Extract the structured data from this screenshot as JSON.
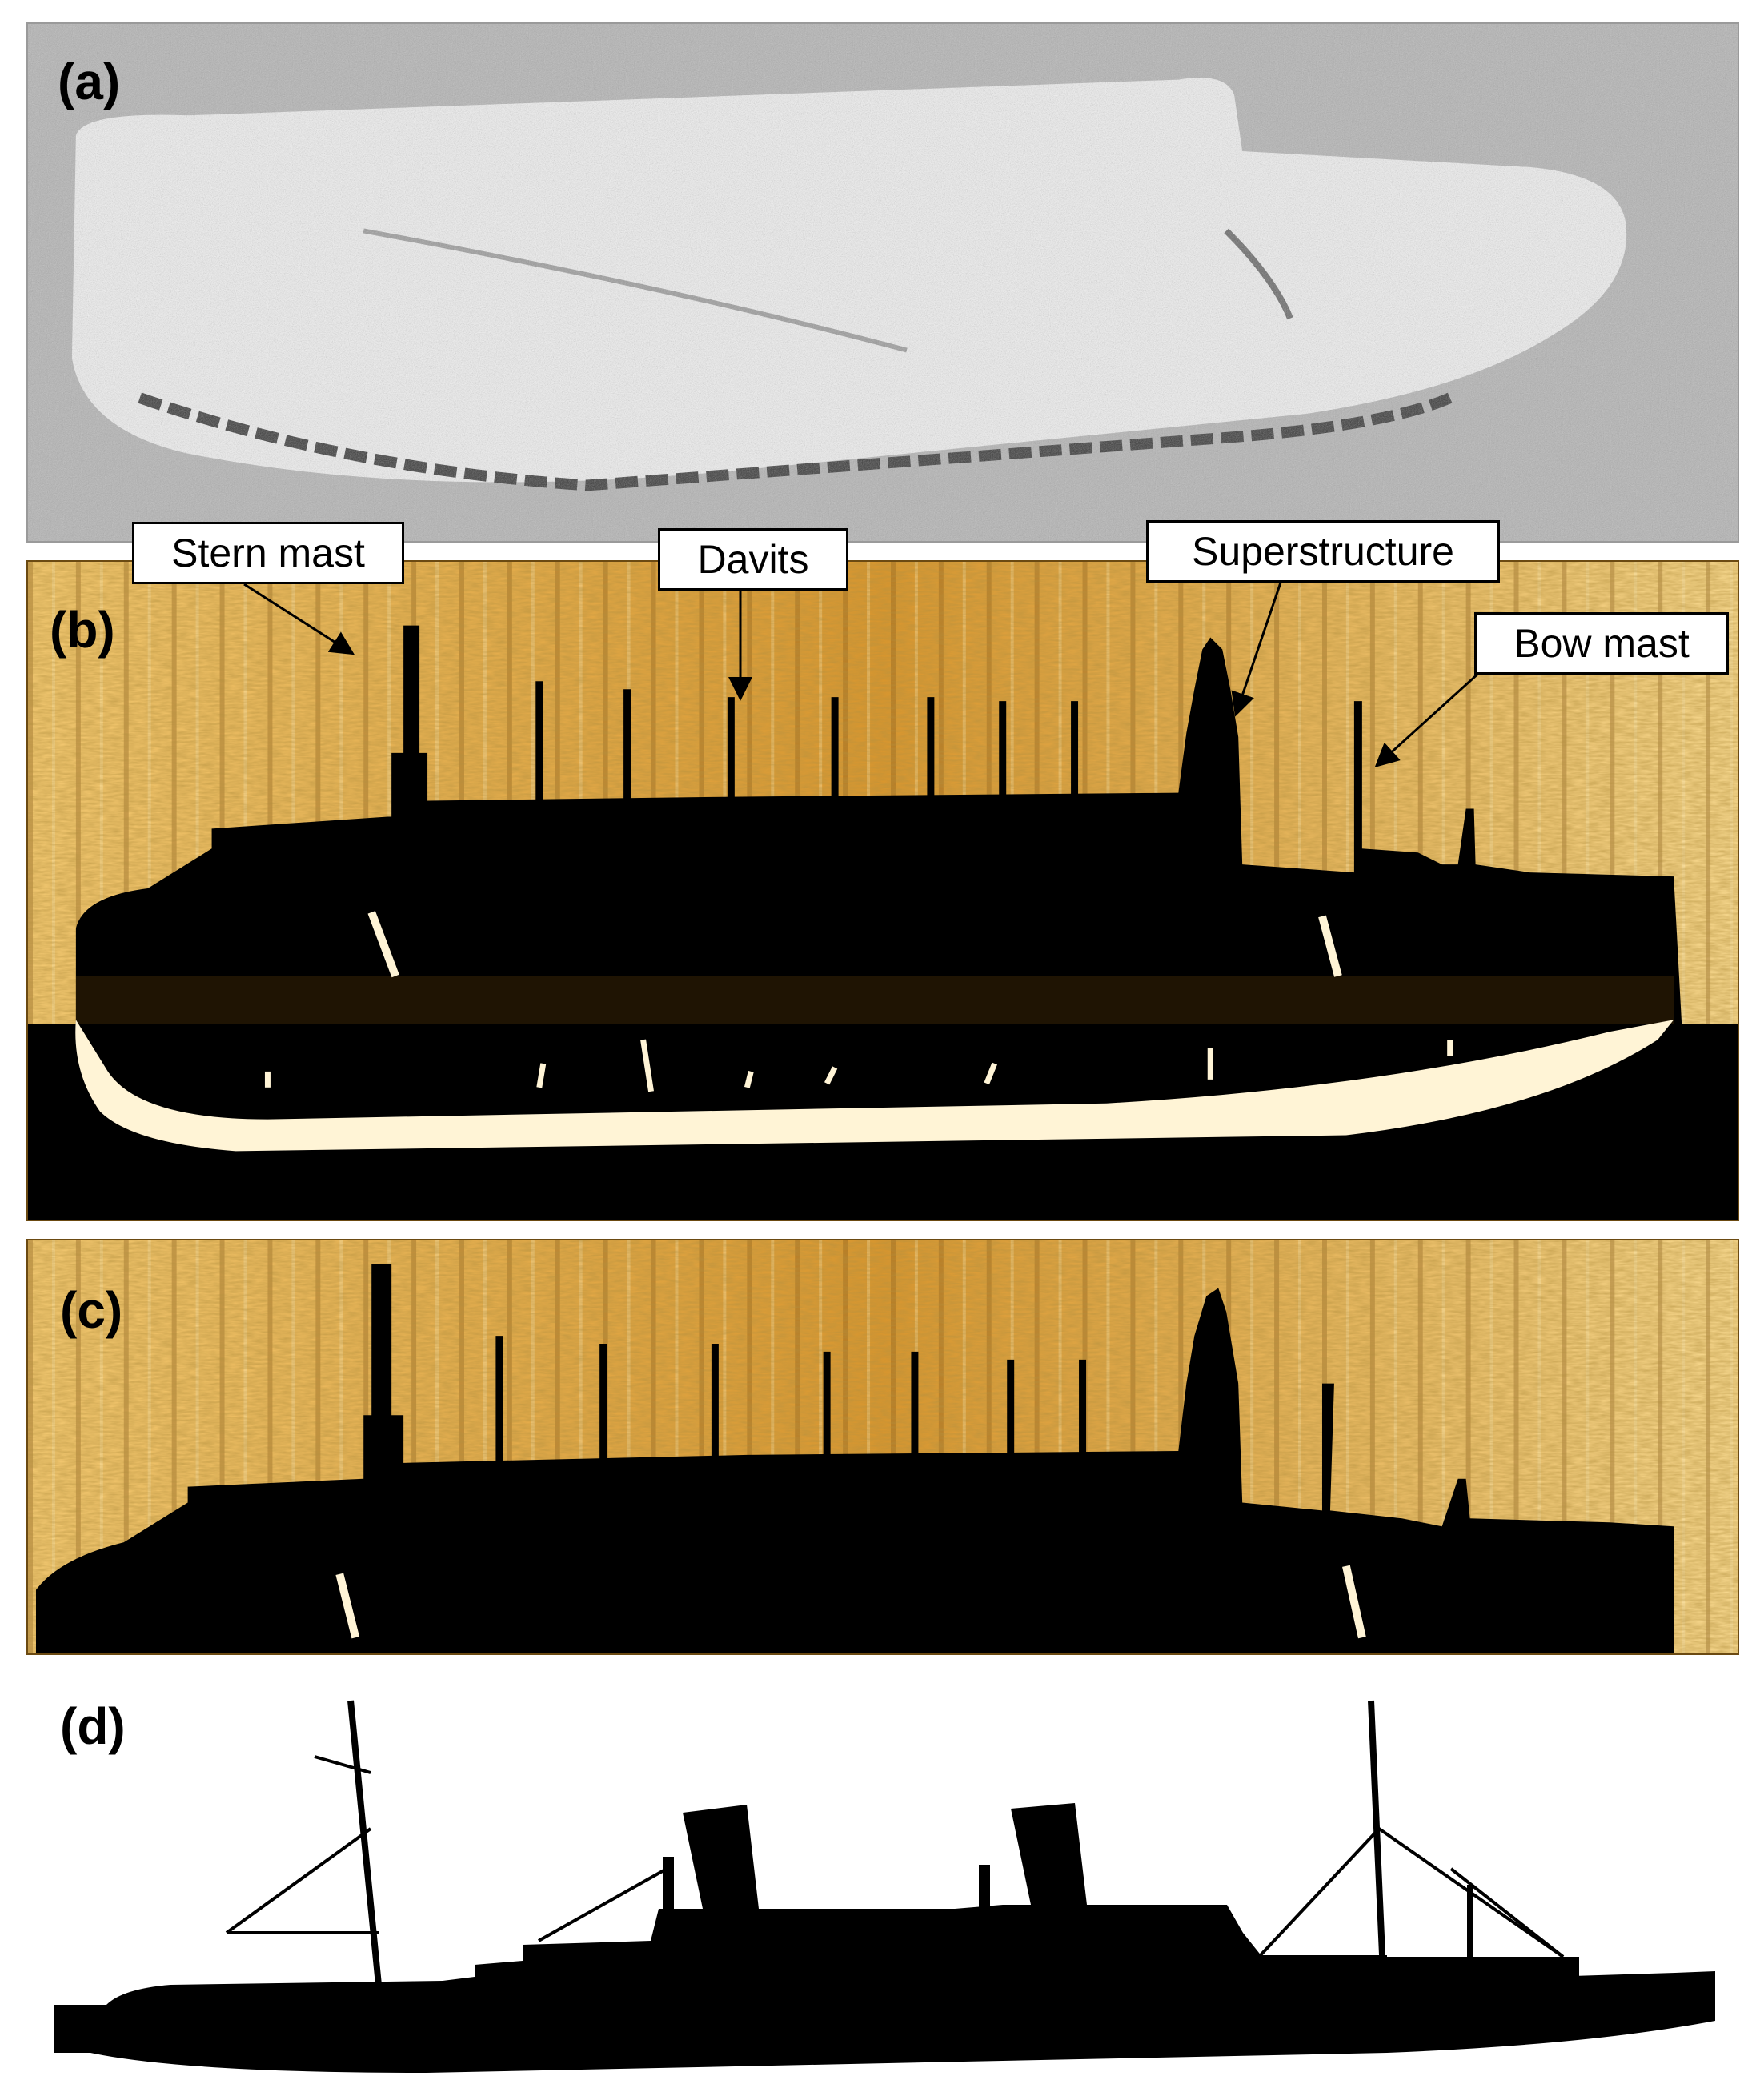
{
  "figure": {
    "panels": [
      {
        "id": "a",
        "label": "(a)"
      },
      {
        "id": "b",
        "label": "(b)"
      },
      {
        "id": "c",
        "label": "(c)"
      },
      {
        "id": "d",
        "label": "(d)"
      }
    ],
    "annotations": {
      "stern_mast": "Stern mast",
      "davits": "Davits",
      "superstructure": "Superstructure",
      "bow_mast": "Bow mast"
    }
  },
  "colors": {
    "sonar_gold": "#e6a638",
    "sonar_light": "#f5d48a",
    "sonar_dark": "#8a5a12",
    "shadow": "#000000",
    "hull_reflection": "#fff6dc",
    "grayscale_bg": "#bdbdbd",
    "grayscale_hull": "#f0f0f0"
  }
}
